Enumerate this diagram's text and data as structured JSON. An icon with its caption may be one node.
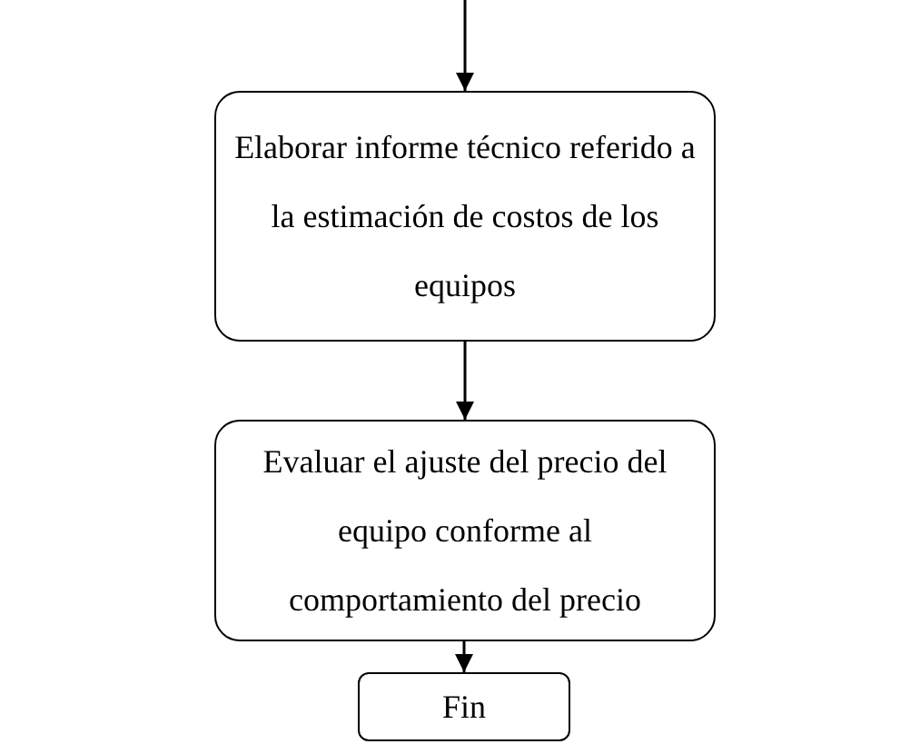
{
  "diagram": {
    "nodes": [
      {
        "text": [
          "Elaborar informe técnico referido a la estimación de costos de los equipos"
        ]
      },
      {
        "text": [
          "Evaluar el ajuste del precio del equipo conforme al comportamiento del precio"
        ]
      },
      {
        "text": [
          "Fin"
        ]
      }
    ],
    "edges": [
      {
        "from": null,
        "to": 0,
        "arrow": "to"
      },
      {
        "from": 0,
        "to": 1,
        "arrow": "to"
      },
      {
        "from": 1,
        "to": 2,
        "arrow": "to"
      }
    ]
  }
}
